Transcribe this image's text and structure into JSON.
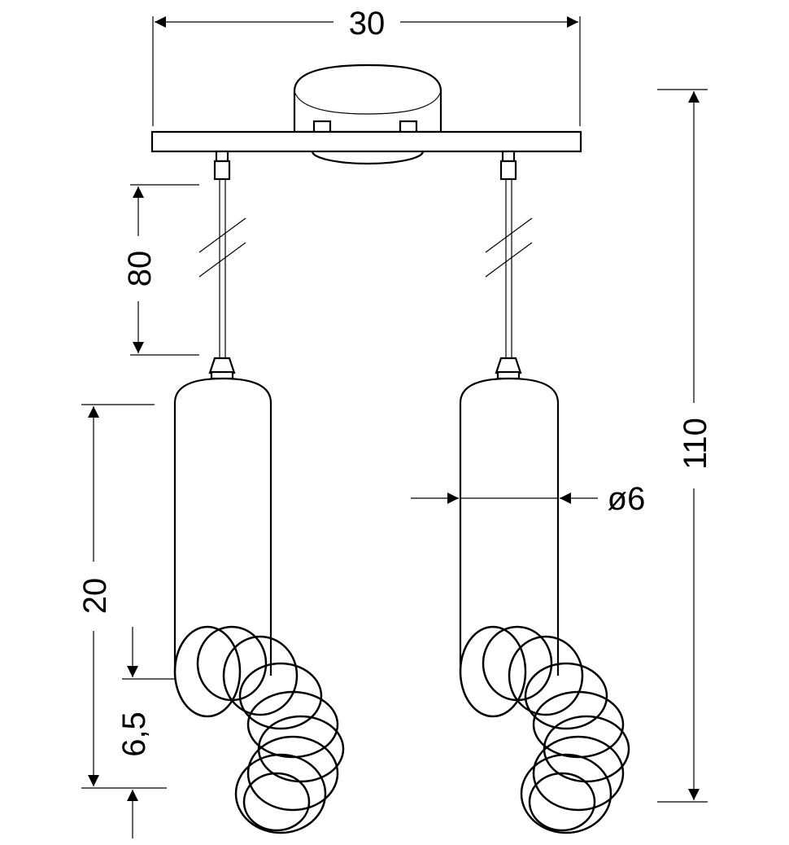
{
  "title": "Two-pendant spiral lamp dimension drawing",
  "dimensions": {
    "width": "30",
    "cable_length": "80",
    "total_height": "110",
    "shade_height": "20",
    "spiral_height": "6,5",
    "shade_diameter": "ø6"
  },
  "colors": {
    "line": "#000000",
    "background": "#ffffff"
  }
}
